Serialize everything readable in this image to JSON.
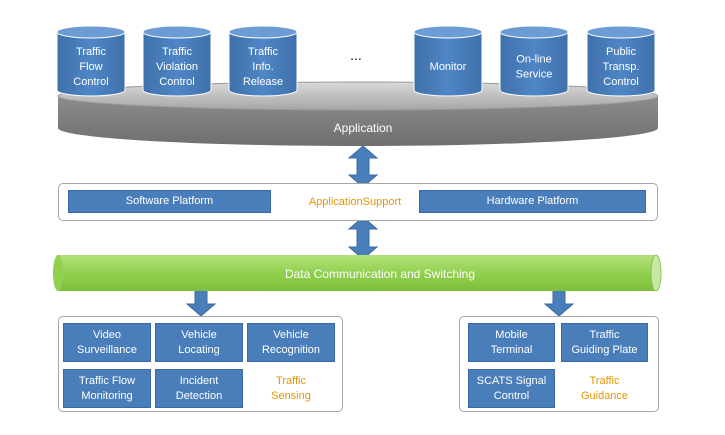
{
  "colors": {
    "blue": "#4a7ebb",
    "blue_dark": "#3a6aa3",
    "platform_gray": "#8c8c8c",
    "green": "#92d050",
    "orange": "#e69500",
    "panel_border": "#a6a6a6"
  },
  "applications": [
    "Traffic\nFlow\nControl",
    "Traffic\nViolation\nControl",
    "Traffic\nInfo.\nRelease",
    "Monitor",
    "On-line\nService",
    "Public\nTransp.\nControl"
  ],
  "ellipsis": "...",
  "application_label": "Application",
  "support": {
    "software": "Software Platform",
    "label": "ApplicationSupport",
    "hardware": "Hardware Platform"
  },
  "bus_label": "Data Communication and Switching",
  "sensing": {
    "items": [
      "Video\nSurveillance",
      "Vehicle\nLocating",
      "Vehicle\nRecognition",
      "Traffic Flow\nMonitoring",
      "Incident\nDetection"
    ],
    "label": "Traffic\nSensing"
  },
  "guidance": {
    "items": [
      "Mobile\nTerminal",
      "Traffic\nGuiding Plate",
      "SCATS Signal\nControl"
    ],
    "label": "Traffic\nGuidance"
  }
}
